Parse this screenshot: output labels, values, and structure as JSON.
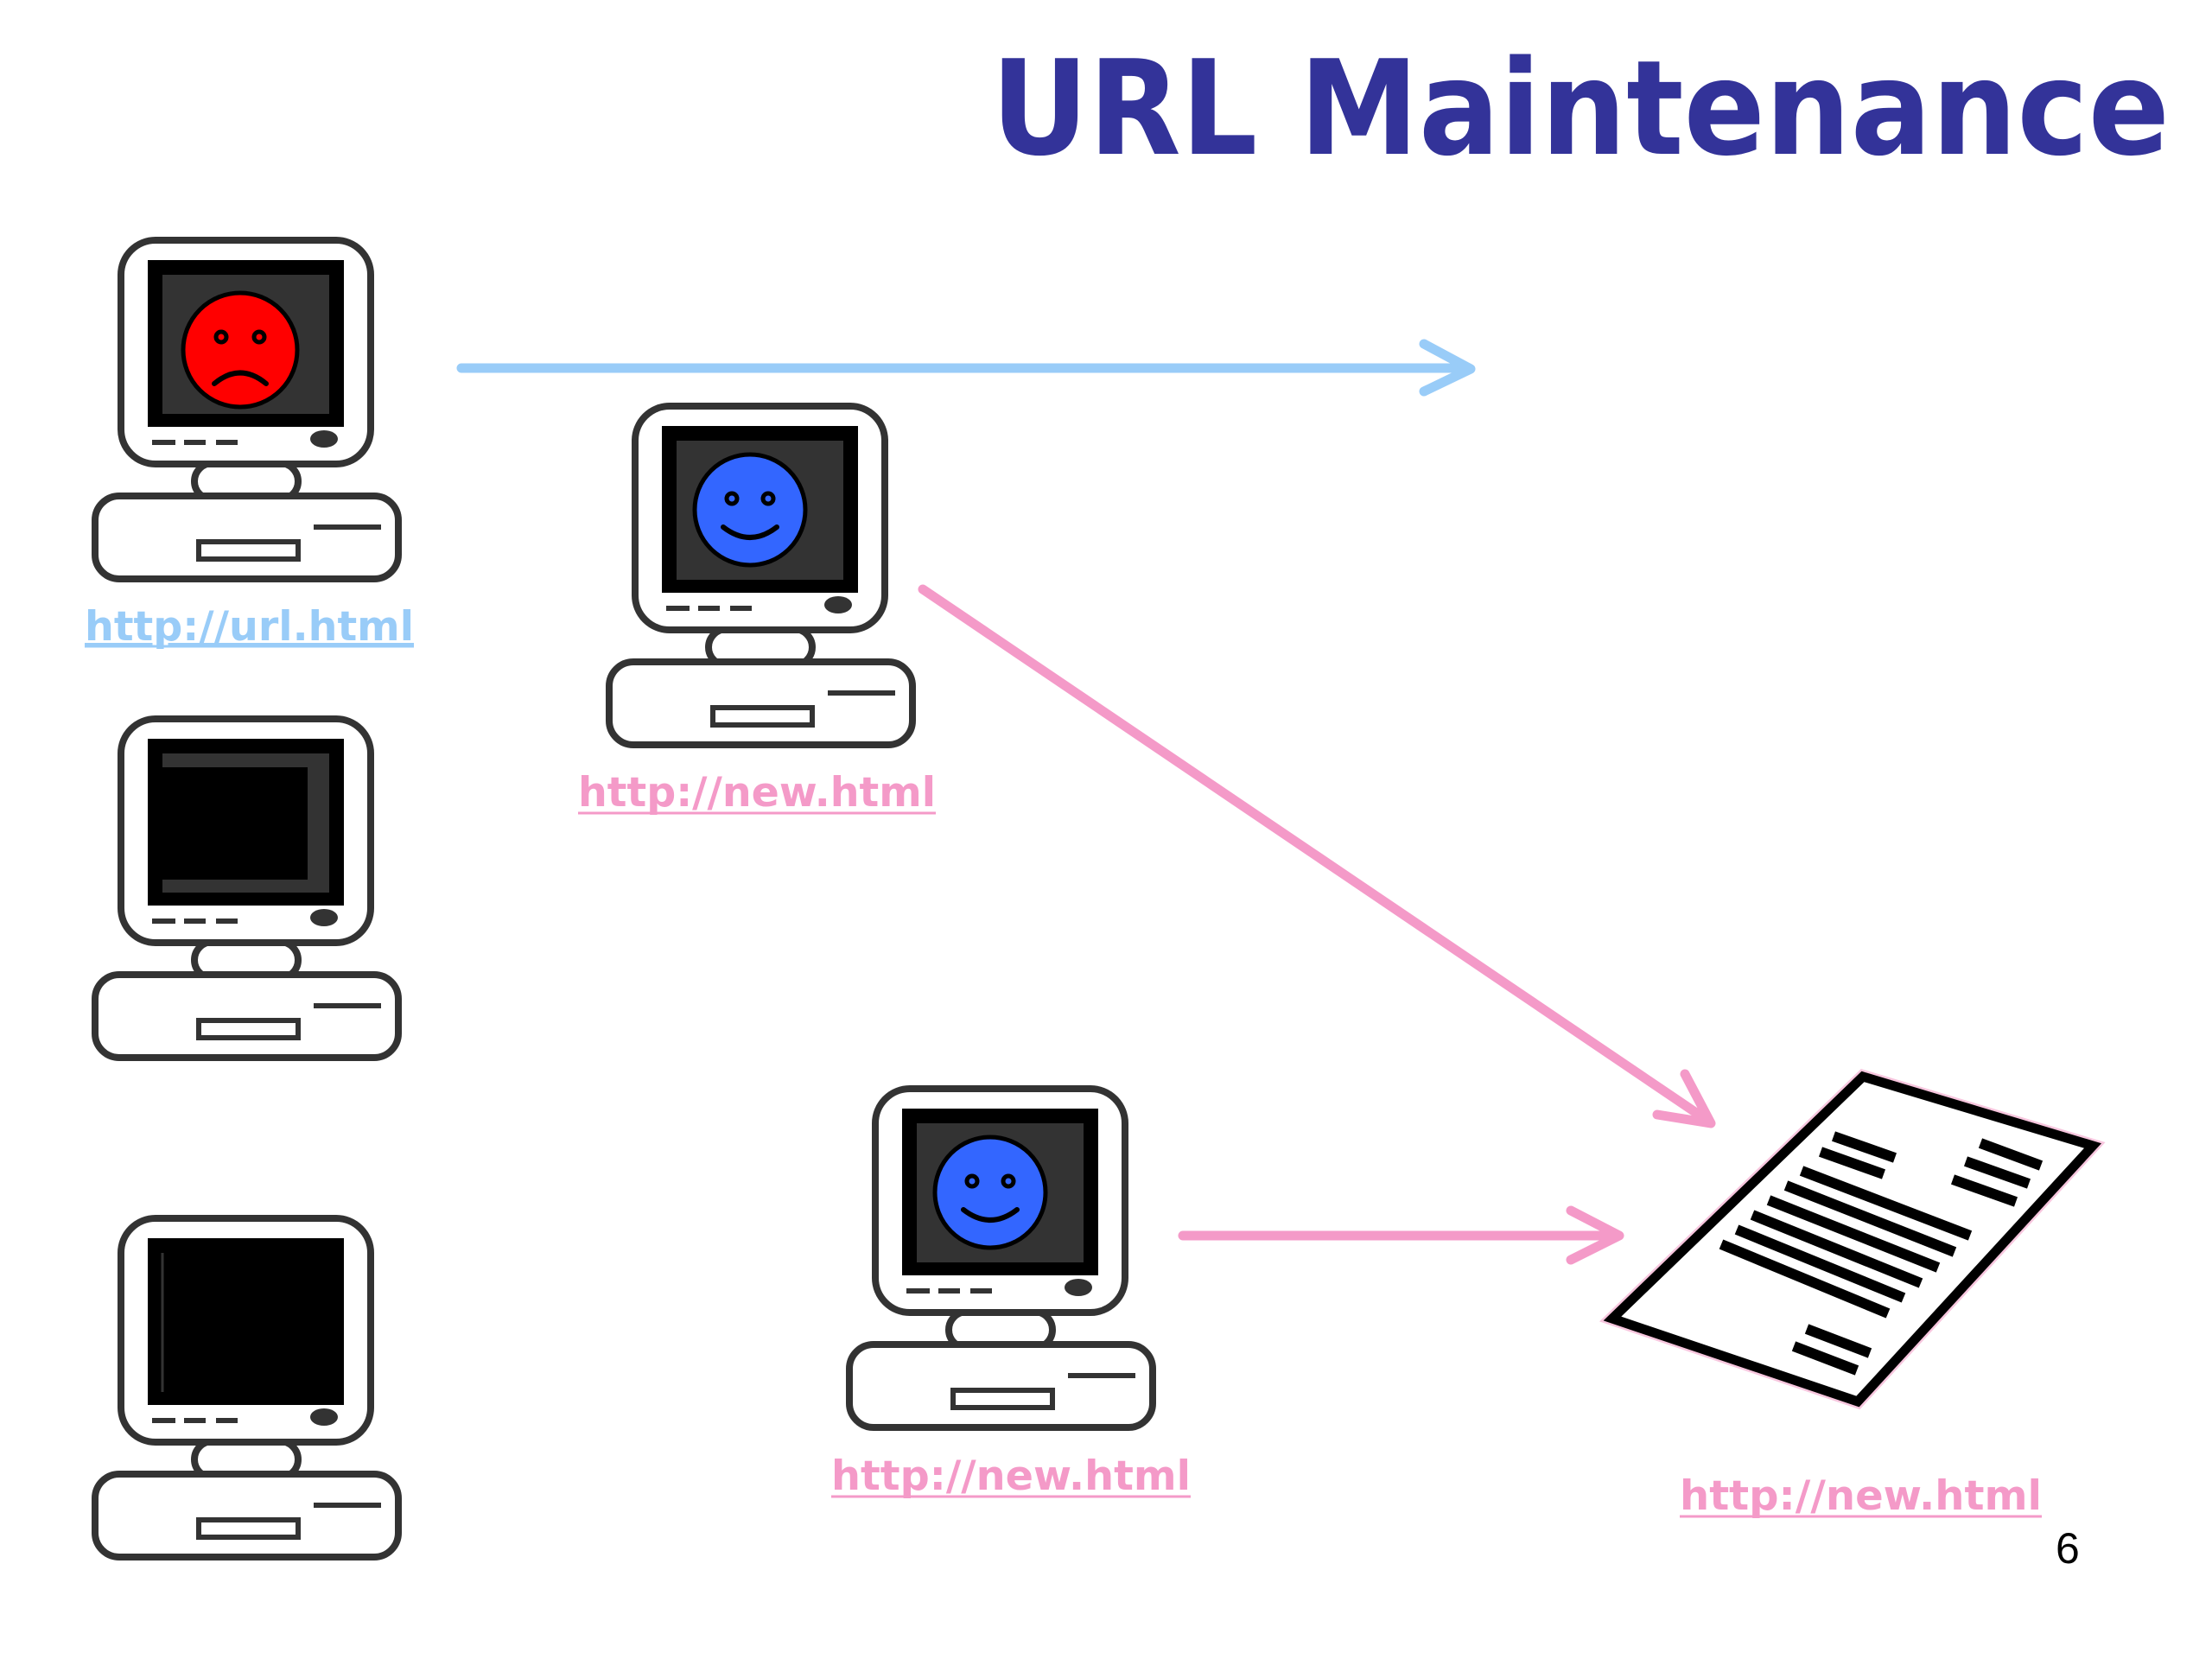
{
  "slide": {
    "title": "URL Maintenance",
    "page_number": "6",
    "colors": {
      "title": "#333399",
      "old_link": "#99ccf8",
      "new_link": "#f49ac8",
      "sad_face": "#ff0000",
      "happy_face": "#3366ff",
      "screen_bezel": "#000000",
      "screen_glass": "#333333"
    }
  },
  "computers": [
    {
      "id": "computer-old-url",
      "screen": "sad-face",
      "label": "http://url.html",
      "label_color": "old_link"
    },
    {
      "id": "computer-new-url-top",
      "screen": "happy-face",
      "label": "http://new.html",
      "label_color": "new_link"
    },
    {
      "id": "computer-blank-middle",
      "screen": "blank",
      "label": null
    },
    {
      "id": "computer-blank-bottom",
      "screen": "blank",
      "label": null
    },
    {
      "id": "computer-new-url-bottom",
      "screen": "happy-face",
      "label": "http://new.html",
      "label_color": "new_link"
    }
  ],
  "document": {
    "icon": "document-icon",
    "label": "http://new.html"
  },
  "arrows": [
    {
      "id": "arrow-old-url-broken",
      "from": "computer-old-url",
      "to": "nowhere",
      "color": "old_link"
    },
    {
      "id": "arrow-top-to-document",
      "from": "computer-new-url-top",
      "to": "document",
      "color": "new_link"
    },
    {
      "id": "arrow-bottom-to-document",
      "from": "computer-new-url-bottom",
      "to": "document",
      "color": "new_link"
    }
  ]
}
